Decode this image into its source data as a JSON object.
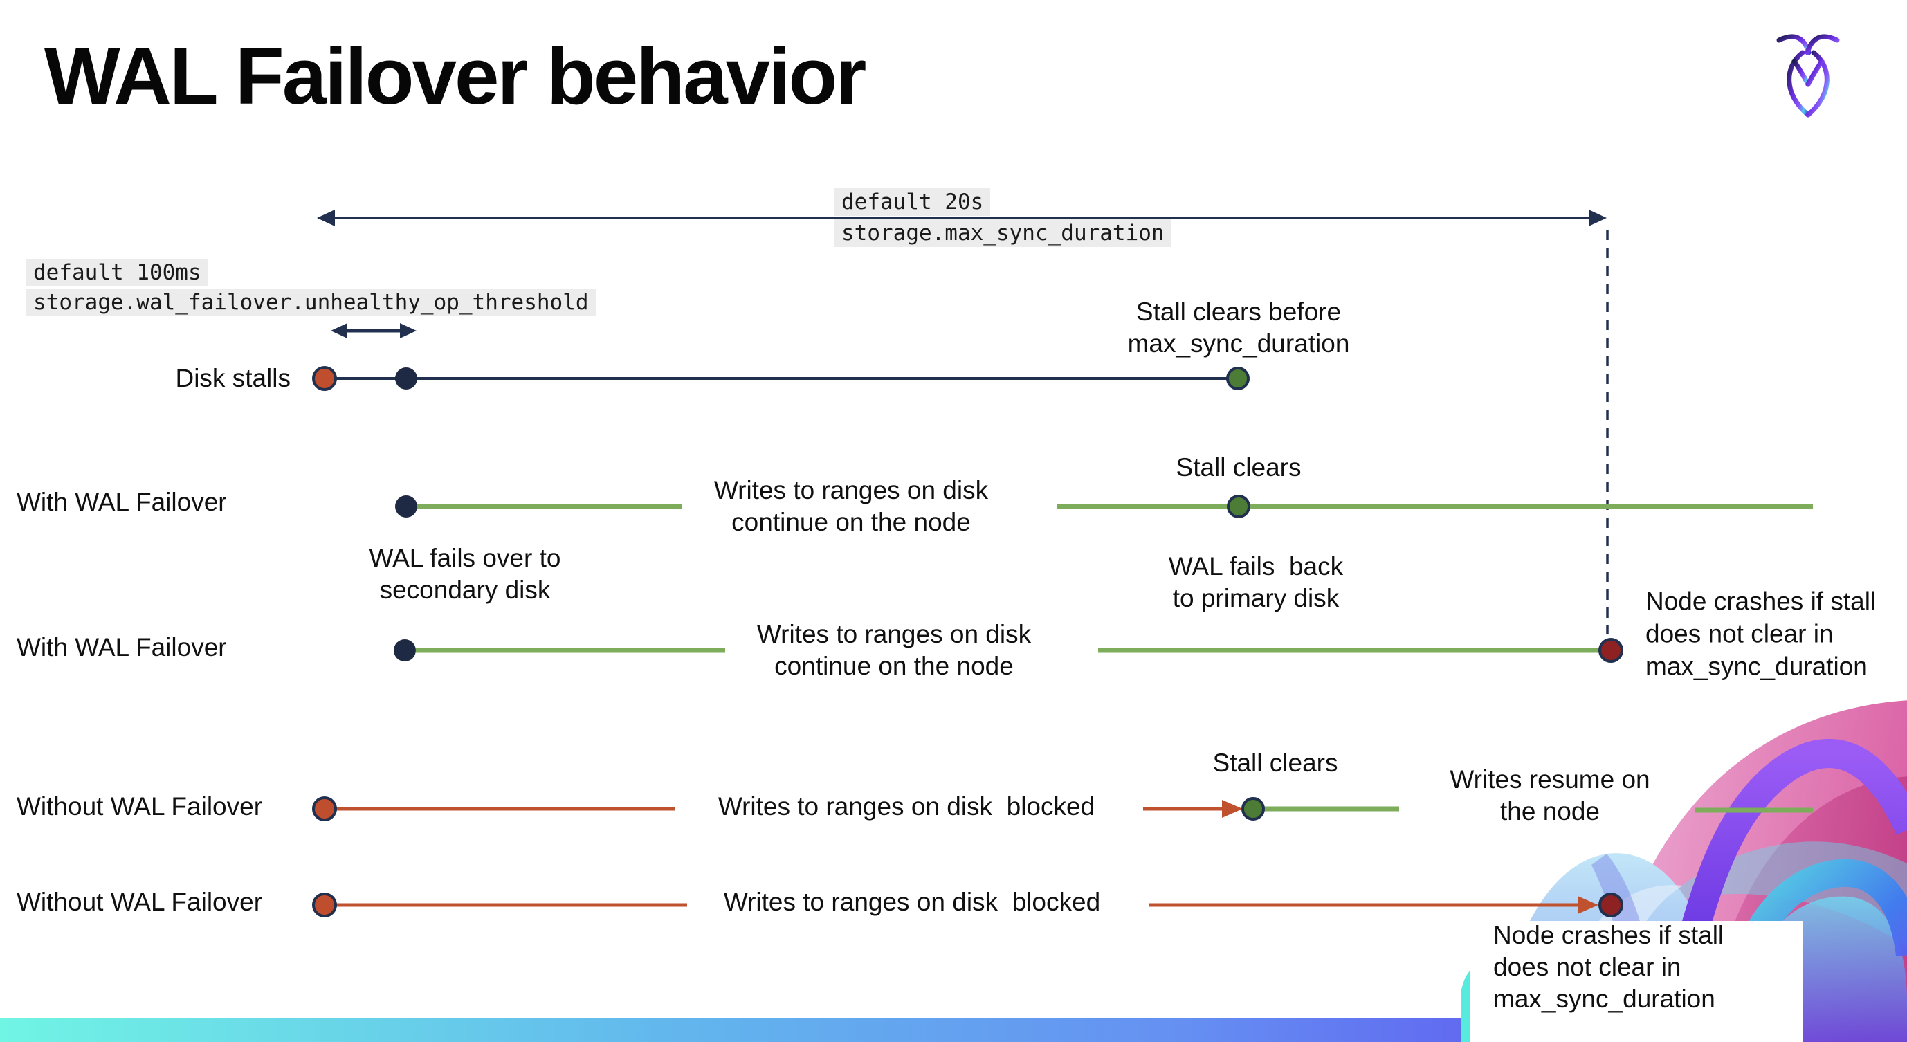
{
  "title": "WAL Failover behavior",
  "annotations": {
    "unhealthy_op_threshold": {
      "default_label": "default 100ms",
      "setting": "storage.wal_failover.unhealthy_op_threshold"
    },
    "max_sync_duration": {
      "default_label": "default 20s",
      "setting": "storage.max_sync_duration"
    }
  },
  "rows": [
    {
      "label": "Disk stalls",
      "note_above": "Stall clears before\nmax_sync_duration"
    },
    {
      "label": "With WAL Failover",
      "mid_text": "Writes to ranges on disk\ncontinue on the node",
      "stall_note": "Stall clears",
      "failover_note": "WAL fails over to\nsecondary disk",
      "failback_note": "WAL fails  back\nto primary disk"
    },
    {
      "label": "With WAL Failover",
      "mid_text": "Writes to ranges on disk\ncontinue on the node",
      "crash_note": "Node crashes if stall\ndoes not clear in\nmax_sync_duration"
    },
    {
      "label": "Without WAL Failover",
      "mid_text": "Writes to ranges on disk  blocked",
      "stall_note": "Stall clears",
      "resume_note": "Writes resume on\nthe node"
    },
    {
      "label": "Without WAL Failover",
      "mid_text": "Writes to ranges on disk  blocked",
      "crash_note": "Node crashes if stall\ndoes not clear in\nmax_sync_duration"
    }
  ],
  "colors": {
    "navy": "#22304F",
    "navy_dot": "#1E2A44",
    "red_orange": "#BF4E2E",
    "red_line": "#C0512F",
    "green_line": "#7DAD5B",
    "green_dot": "#4C7C36",
    "maroon": "#8E2121",
    "mono_highlight": "#ECECEC",
    "bar_gradient_left": "#70F4E4",
    "bar_gradient_right": "#5F5DF0"
  },
  "icons": {
    "logo": "cockroachdb-logo"
  }
}
